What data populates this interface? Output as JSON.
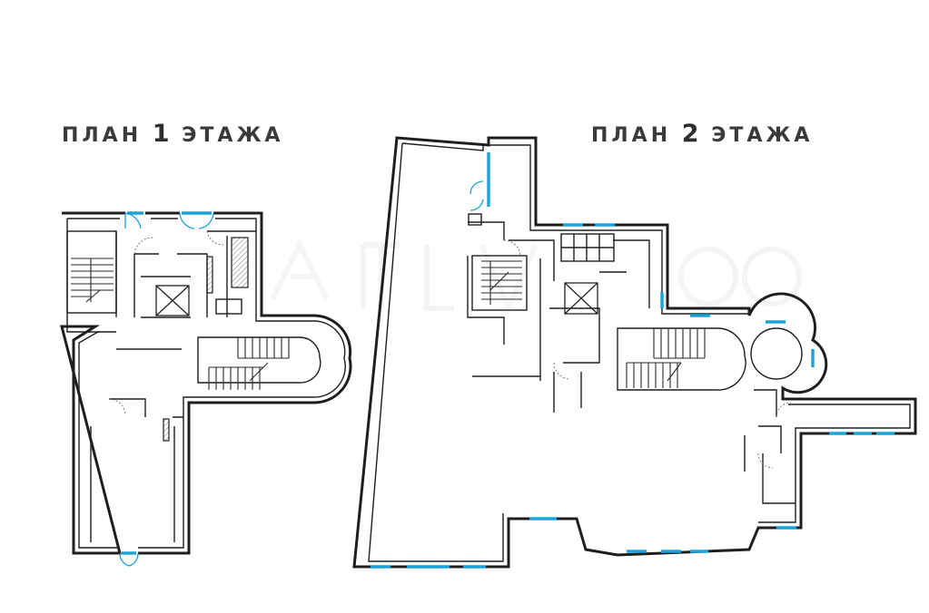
{
  "plans": [
    {
      "title_prefix": "ПЛАН",
      "floor_number": "1",
      "title_suffix": "ЭТАЖА"
    },
    {
      "title_prefix": "ПЛАН",
      "floor_number": "2",
      "title_suffix": "ЭТАЖА"
    }
  ],
  "colors": {
    "walls": "#1e1e1e",
    "windows": "#1aa3d8",
    "title": "#3a3a3a",
    "background": "#ffffff"
  }
}
